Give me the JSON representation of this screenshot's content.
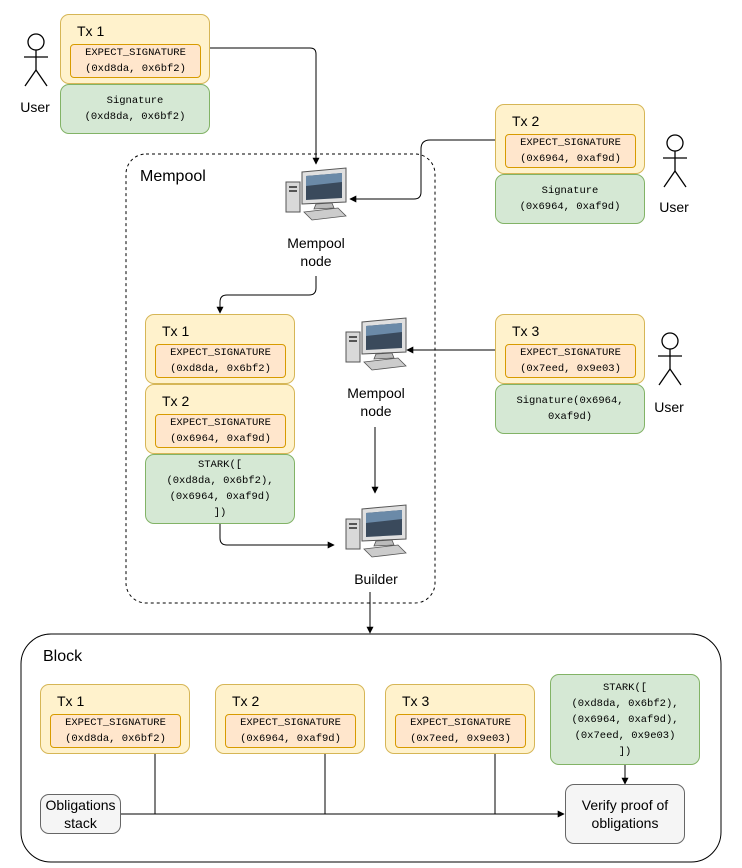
{
  "mempool": {
    "label": "Mempool"
  },
  "block": {
    "label": "Block"
  },
  "users": {
    "label": "User"
  },
  "nodes": {
    "mempool_node_1": [
      "Mempool",
      "node"
    ],
    "mempool_node_2": [
      "Mempool",
      "node"
    ],
    "builder": "Builder"
  },
  "tx1_user": {
    "title": "Tx 1",
    "obligation": [
      "EXPECT_SIGNATURE",
      "(0xd8da, 0x6bf2)"
    ],
    "witness": [
      "Signature",
      "(0xd8da, 0x6bf2)"
    ]
  },
  "tx2_user": {
    "title": "Tx 2",
    "obligation": [
      "EXPECT_SIGNATURE",
      "(0x6964, 0xaf9d)"
    ],
    "witness": [
      "Signature",
      "(0x6964, 0xaf9d)"
    ]
  },
  "tx3_user": {
    "title": "Tx 3",
    "obligation": [
      "EXPECT_SIGNATURE",
      "(0x7eed, 0x9e03)"
    ],
    "witness": [
      "Signature(0x6964,",
      "0xaf9d)"
    ]
  },
  "pool_tx1": {
    "title": "Tx 1",
    "obligation": [
      "EXPECT_SIGNATURE",
      "(0xd8da, 0x6bf2)"
    ]
  },
  "pool_tx2": {
    "title": "Tx 2",
    "obligation": [
      "EXPECT_SIGNATURE",
      "(0x6964, 0xaf9d)"
    ]
  },
  "pool_stark": [
    "STARK([",
    "(0xd8da, 0x6bf2),",
    "(0x6964, 0xaf9d)",
    "])"
  ],
  "block_tx1": {
    "title": "Tx 1",
    "obligation": [
      "EXPECT_SIGNATURE",
      "(0xd8da, 0x6bf2)"
    ]
  },
  "block_tx2": {
    "title": "Tx 2",
    "obligation": [
      "EXPECT_SIGNATURE",
      "(0x6964, 0xaf9d)"
    ]
  },
  "block_tx3": {
    "title": "Tx 3",
    "obligation": [
      "EXPECT_SIGNATURE",
      "(0x7eed, 0x9e03)"
    ]
  },
  "block_stark": [
    "STARK([",
    "(0xd8da, 0x6bf2),",
    "(0x6964, 0xaf9d),",
    "(0x7eed, 0x9e03)",
    "])"
  ],
  "obligations_stack": [
    "Obligations",
    "stack"
  ],
  "verify": [
    "Verify proof of",
    "obligations"
  ],
  "colors": {
    "tx_fill": "#fff2cc",
    "tx_border": "#d6b656",
    "inner_fill": "#ffe6cc",
    "inner_border": "#d79b00",
    "green_fill": "#d5e8d4",
    "green_border": "#82b366",
    "grey_fill": "#f5f5f5"
  }
}
